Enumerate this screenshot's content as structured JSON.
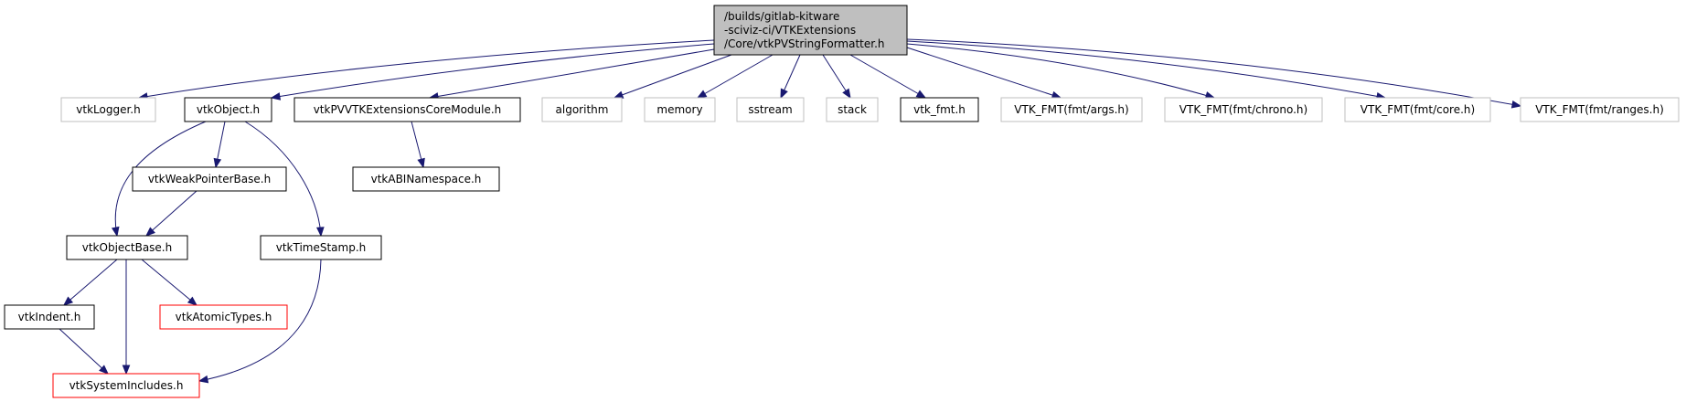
{
  "graph": {
    "colors": {
      "edge": "#191970",
      "root_fill": "#bfbfbf",
      "node_border": "#000000",
      "external_border": "#bfbfbf",
      "truncated_border": "#ff0000"
    },
    "root": {
      "id": "root",
      "lines": [
        "/builds/gitlab-kitware",
        "-sciviz-ci/VTKExtensions",
        "/Core/vtkPVStringFormatter.h"
      ]
    },
    "nodes": [
      {
        "id": "vtkLogger",
        "label": "vtkLogger.h",
        "style": "external"
      },
      {
        "id": "vtkObject",
        "label": "vtkObject.h",
        "style": "normal"
      },
      {
        "id": "coreModule",
        "label": "vtkPVVTKExtensionsCoreModule.h",
        "style": "normal"
      },
      {
        "id": "algorithm",
        "label": "algorithm",
        "style": "external"
      },
      {
        "id": "memory",
        "label": "memory",
        "style": "external"
      },
      {
        "id": "sstream",
        "label": "sstream",
        "style": "external"
      },
      {
        "id": "stack",
        "label": "stack",
        "style": "external"
      },
      {
        "id": "vtkfmt",
        "label": "vtk_fmt.h",
        "style": "normal"
      },
      {
        "id": "fmtargs",
        "label": "VTK_FMT(fmt/args.h)",
        "style": "external"
      },
      {
        "id": "fmtchrono",
        "label": "VTK_FMT(fmt/chrono.h)",
        "style": "external"
      },
      {
        "id": "fmtcore",
        "label": "VTK_FMT(fmt/core.h)",
        "style": "external"
      },
      {
        "id": "fmtranges",
        "label": "VTK_FMT(fmt/ranges.h)",
        "style": "external"
      },
      {
        "id": "weakptr",
        "label": "vtkWeakPointerBase.h",
        "style": "normal"
      },
      {
        "id": "abins",
        "label": "vtkABINamespace.h",
        "style": "normal"
      },
      {
        "id": "objbase",
        "label": "vtkObjectBase.h",
        "style": "normal"
      },
      {
        "id": "timestamp",
        "label": "vtkTimeStamp.h",
        "style": "normal"
      },
      {
        "id": "indent",
        "label": "vtkIndent.h",
        "style": "normal"
      },
      {
        "id": "atomic",
        "label": "vtkAtomicTypes.h",
        "style": "truncated"
      },
      {
        "id": "sysinc",
        "label": "vtkSystemIncludes.h",
        "style": "truncated"
      }
    ],
    "edges": [
      {
        "from": "root",
        "to": "vtkLogger"
      },
      {
        "from": "root",
        "to": "vtkObject"
      },
      {
        "from": "root",
        "to": "coreModule"
      },
      {
        "from": "root",
        "to": "algorithm"
      },
      {
        "from": "root",
        "to": "memory"
      },
      {
        "from": "root",
        "to": "sstream"
      },
      {
        "from": "root",
        "to": "stack"
      },
      {
        "from": "root",
        "to": "vtkfmt"
      },
      {
        "from": "root",
        "to": "fmtargs"
      },
      {
        "from": "root",
        "to": "fmtchrono"
      },
      {
        "from": "root",
        "to": "fmtcore"
      },
      {
        "from": "root",
        "to": "fmtranges"
      },
      {
        "from": "vtkObject",
        "to": "objbase"
      },
      {
        "from": "vtkObject",
        "to": "weakptr"
      },
      {
        "from": "vtkObject",
        "to": "timestamp"
      },
      {
        "from": "coreModule",
        "to": "abins"
      },
      {
        "from": "weakptr",
        "to": "objbase"
      },
      {
        "from": "objbase",
        "to": "indent"
      },
      {
        "from": "objbase",
        "to": "sysinc"
      },
      {
        "from": "objbase",
        "to": "atomic"
      },
      {
        "from": "indent",
        "to": "sysinc"
      },
      {
        "from": "timestamp",
        "to": "sysinc"
      }
    ]
  }
}
